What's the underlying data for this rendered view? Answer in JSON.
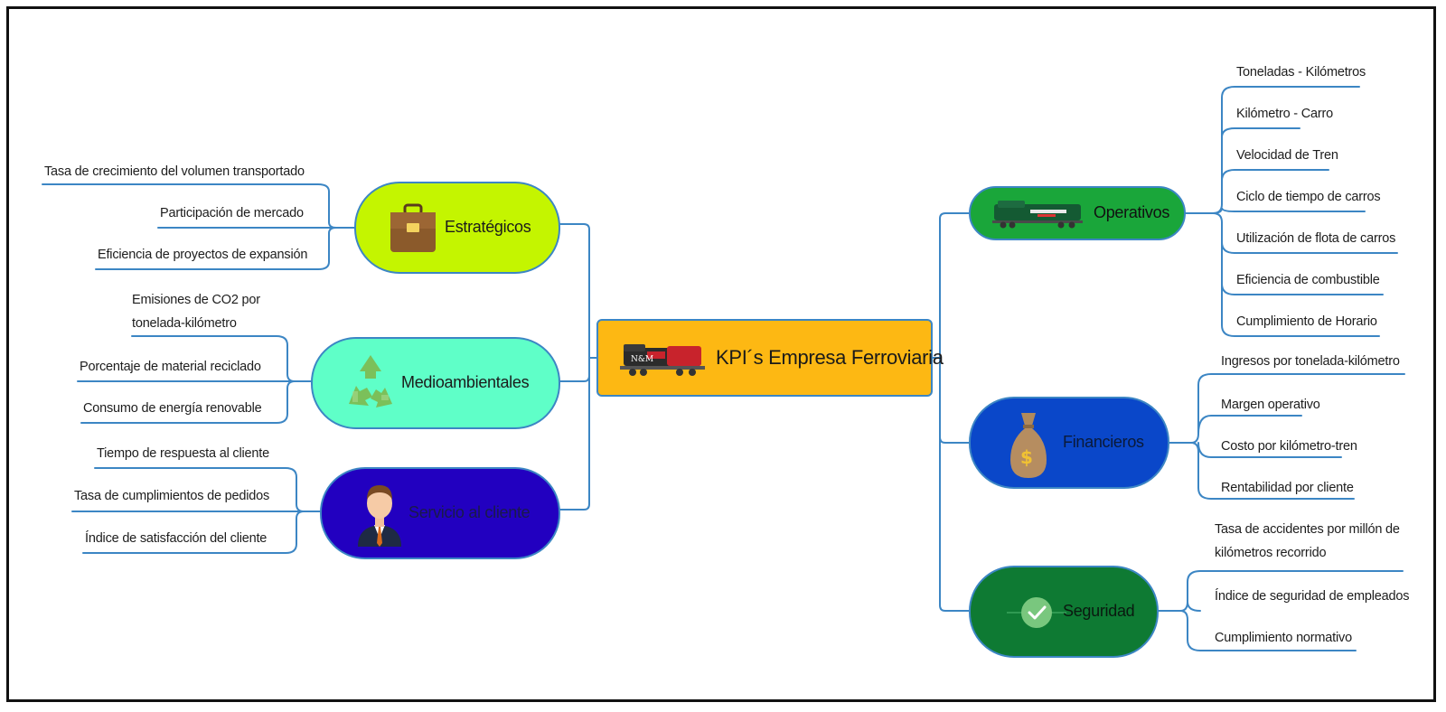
{
  "central": {
    "label": "KPI´s Empresa Ferroviaria",
    "icon": "locomotive-red-icon",
    "color": "#fdb813"
  },
  "branches": {
    "estrategicos": {
      "label": "Estratégicos",
      "icon": "briefcase-icon",
      "color": "#c4f500",
      "items": [
        "Tasa de crecimiento del volumen transportado",
        "Participación de mercado",
        "Eficiencia de proyectos de expansión"
      ]
    },
    "medioambientales": {
      "label": "Medioambientales",
      "icon": "recycle-icon",
      "color": "#5fffc8",
      "items": [
        "Emisiones de CO2 por",
        "tonelada-kilómetro",
        "Porcentaje de material reciclado",
        "Consumo de energía renovable"
      ]
    },
    "servicio": {
      "label": "Servicio al cliente",
      "icon": "businessman-icon",
      "color": "#2200c0",
      "items": [
        "Tiempo de respuesta al cliente",
        "Tasa de cumplimientos de pedidos",
        "Índice de satisfacción del cliente"
      ]
    },
    "operativos": {
      "label": "Operativos",
      "icon": "locomotive-green-icon",
      "color": "#1aa63a",
      "items": [
        "Toneladas - Kilómetros",
        "Kilómetro - Carro",
        "Velocidad de Tren",
        "Ciclo de tiempo de carros",
        "Utilización de flota de carros",
        "Eficiencia de combustible",
        "Cumplimiento de Horario"
      ]
    },
    "financieros": {
      "label": "Financieros",
      "icon": "money-bag-icon",
      "color": "#0a47c9",
      "items": [
        "Ingresos por tonelada-kilómetro",
        "Margen operativo",
        "Costo por kilómetro-tren",
        "Rentabilidad por cliente"
      ]
    },
    "seguridad": {
      "label": "Seguridad",
      "icon": "checkmark-icon",
      "color": "#0e7a33",
      "items": [
        "Tasa de accidentes por millón de",
        "kilómetros recorrido",
        "Índice de seguridad de empleados",
        "Cumplimiento normativo"
      ]
    }
  }
}
